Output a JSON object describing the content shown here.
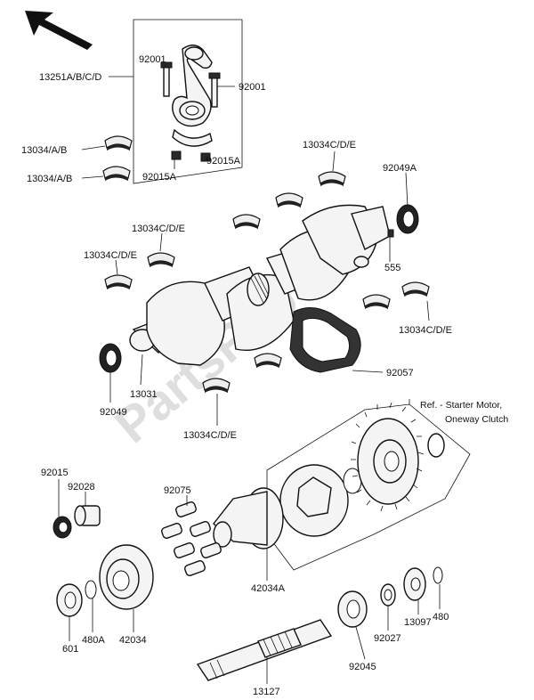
{
  "watermark": "PartsRepublik",
  "labels": {
    "p13251": "13251A/B/C/D",
    "p92001a": "92001",
    "p92001b": "92001",
    "p13034_top": "13034/A/B",
    "p13034_bot": "13034/A/B",
    "p92015a_left": "92015A",
    "p92015a_right": "92015A",
    "p13034cde_1": "13034C/D/E",
    "p92049a": "92049A",
    "p13034cde_2": "13034C/D/E",
    "p13034cde_3": "13034C/D/E",
    "p555": "555",
    "p13034cde_4": "13034C/D/E",
    "p13031": "13031",
    "p92049": "92049",
    "p92057": "92057",
    "p13034cde_5": "13034C/D/E",
    "ref_line1": "Ref. - Starter Motor,",
    "ref_line2": "Oneway Clutch",
    "p92015": "92015",
    "p92028": "92028",
    "p92075": "92075",
    "p42034a": "42034A",
    "p601": "601",
    "p480a": "480A",
    "p42034": "42034",
    "p92045": "92045",
    "p92027": "92027",
    "p13097": "13097",
    "p480": "480",
    "p13127": "13127"
  }
}
